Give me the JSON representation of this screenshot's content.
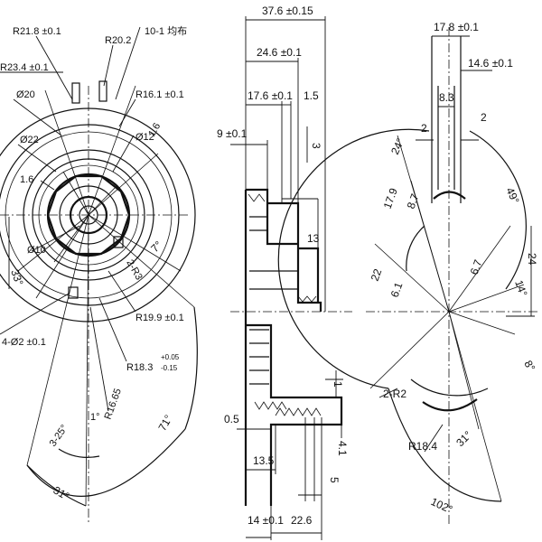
{
  "left_view": {
    "labels": [
      {
        "id": "r218",
        "text": "R21.8 ±0.1"
      },
      {
        "id": "r202",
        "text": "R20.2"
      },
      {
        "id": "even",
        "text": "10-1 均布"
      },
      {
        "id": "r234",
        "text": "R23.4 ±0.1"
      },
      {
        "id": "o20",
        "text": "Ø20"
      },
      {
        "id": "r161",
        "text": "R16.1 ±0.1"
      },
      {
        "id": "o22",
        "text": "Ø22"
      },
      {
        "id": "o12",
        "text": "Ø12"
      },
      {
        "id": "r16a",
        "text": "1.6"
      },
      {
        "id": "r16b",
        "text": "1.6"
      },
      {
        "id": "o10",
        "text": "Ø10"
      },
      {
        "id": "a33",
        "text": "33°"
      },
      {
        "id": "a7",
        "text": "7°"
      },
      {
        "id": "r3",
        "text": "2-R3"
      },
      {
        "id": "r199",
        "text": "R19.9 ±0.1"
      },
      {
        "id": "h4",
        "text": "4-Ø2 ±0.1"
      },
      {
        "id": "r183",
        "text": "R18.3"
      },
      {
        "id": "tolu",
        "text": "+0.05"
      },
      {
        "id": "tolb",
        "text": "-0.15"
      },
      {
        "id": "r1665",
        "text": "R16.65"
      },
      {
        "id": "a1",
        "text": "1°"
      },
      {
        "id": "a325",
        "text": "3-25°"
      },
      {
        "id": "a71",
        "text": "71°"
      },
      {
        "id": "a31",
        "text": "31°"
      }
    ]
  },
  "mid_view": {
    "labels": [
      {
        "id": "d376",
        "text": "37.6 ±0.15"
      },
      {
        "id": "d246",
        "text": "24.6 ±0.1"
      },
      {
        "id": "d176",
        "text": "17.6 ±0.1"
      },
      {
        "id": "d15",
        "text": "1.5"
      },
      {
        "id": "d9",
        "text": "9 ±0.1"
      },
      {
        "id": "d3",
        "text": "3"
      },
      {
        "id": "d13",
        "text": "13"
      },
      {
        "id": "d05",
        "text": "0.5"
      },
      {
        "id": "d1",
        "text": "1"
      },
      {
        "id": "d41",
        "text": "4.1"
      },
      {
        "id": "d135",
        "text": "13.5"
      },
      {
        "id": "d5",
        "text": "5"
      },
      {
        "id": "d14",
        "text": "14 ±0.1"
      },
      {
        "id": "d226",
        "text": "22.6"
      }
    ]
  },
  "right_view": {
    "labels": [
      {
        "id": "d178",
        "text": "17.8 ±0.1"
      },
      {
        "id": "d146",
        "text": "14.6 ±0.1"
      },
      {
        "id": "d83",
        "text": "8.3"
      },
      {
        "id": "d2a",
        "text": "2"
      },
      {
        "id": "d2b",
        "text": "2"
      },
      {
        "id": "a24",
        "text": "24°"
      },
      {
        "id": "d179",
        "text": "17.9"
      },
      {
        "id": "d87",
        "text": "8.7"
      },
      {
        "id": "a49",
        "text": "49°"
      },
      {
        "id": "d22",
        "text": "22"
      },
      {
        "id": "d61",
        "text": "6.1"
      },
      {
        "id": "d67",
        "text": "6.7"
      },
      {
        "id": "d24",
        "text": "24"
      },
      {
        "id": "a14",
        "text": "14°"
      },
      {
        "id": "a8",
        "text": "8°"
      },
      {
        "id": "r2",
        "text": "2-R2"
      },
      {
        "id": "r184",
        "text": "R18.4"
      },
      {
        "id": "a31r",
        "text": "31°"
      },
      {
        "id": "a102",
        "text": "102°"
      }
    ]
  }
}
